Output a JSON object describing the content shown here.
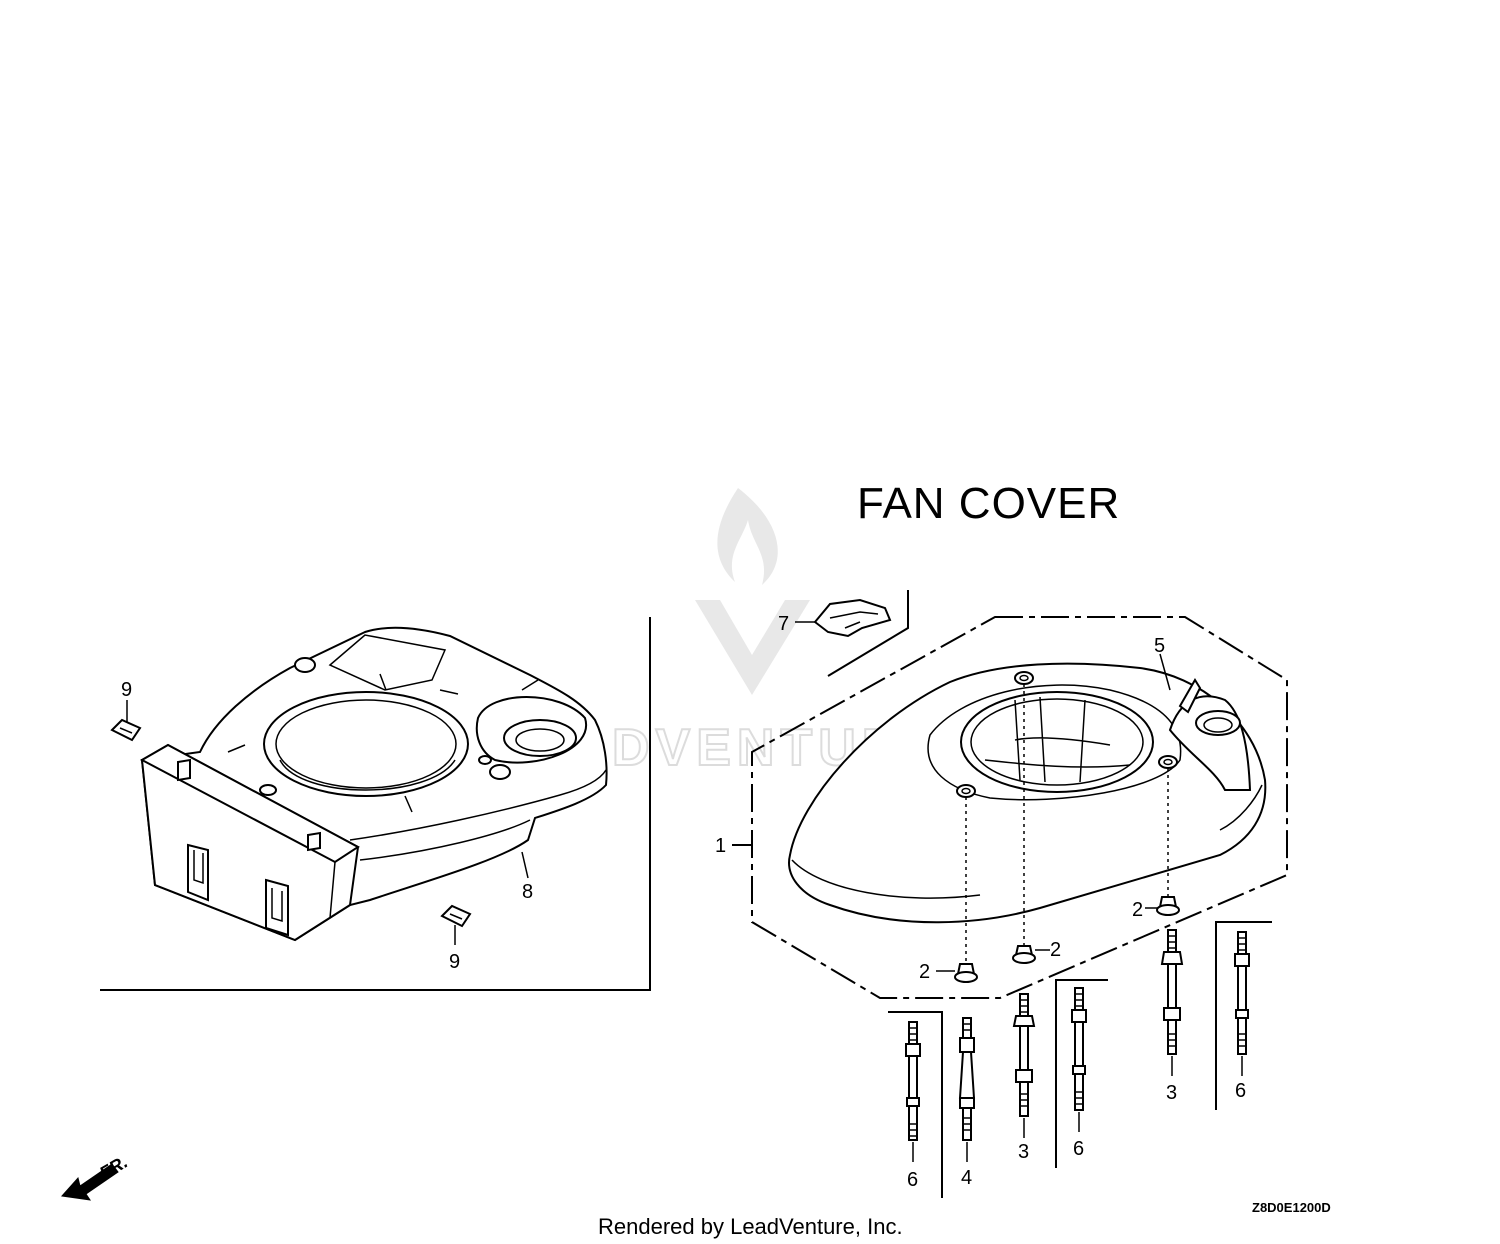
{
  "diagram": {
    "title": "FAN  COVER",
    "diagram_code": "Z8D0E1200D",
    "front_label": "FR.",
    "footer_text": "Rendered by LeadVenture, Inc.",
    "watermark_text": "LEADVENTURE",
    "callouts": {
      "c1": "1",
      "c2a": "2",
      "c2b": "2",
      "c2c": "2",
      "c3a": "3",
      "c3b": "3",
      "c4": "4",
      "c5": "5",
      "c6a": "6",
      "c6b": "6",
      "c6c": "6",
      "c7": "7",
      "c8": "8",
      "c9a": "9",
      "c9b": "9"
    }
  }
}
